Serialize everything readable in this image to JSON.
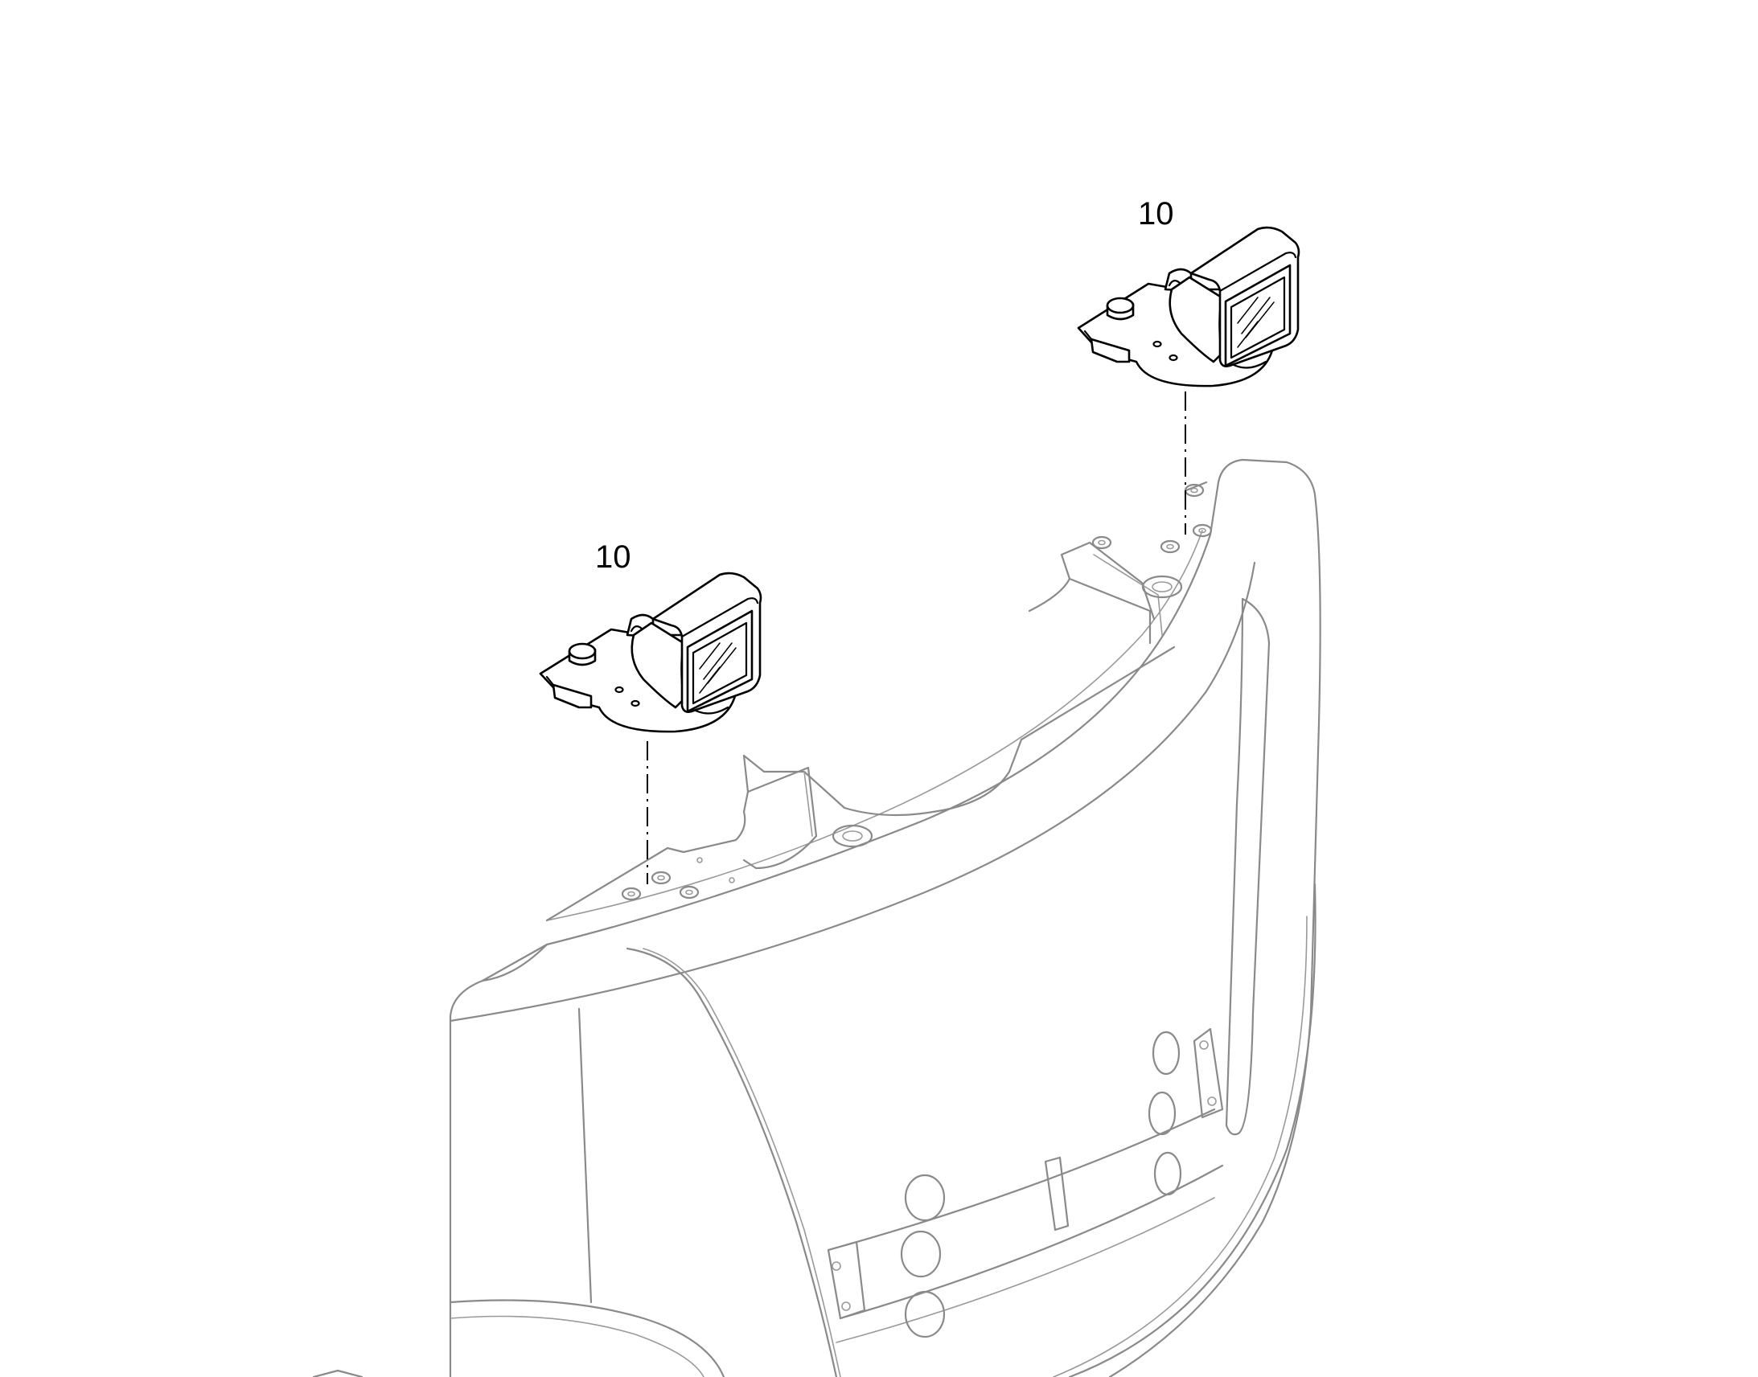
{
  "callouts": [
    {
      "id": "lamp-left",
      "label": "10"
    },
    {
      "id": "lamp-right",
      "label": "10"
    }
  ],
  "colors": {
    "background": "#ffffff",
    "part_outline": "#000000",
    "context_outline": "#8a8a8a"
  }
}
